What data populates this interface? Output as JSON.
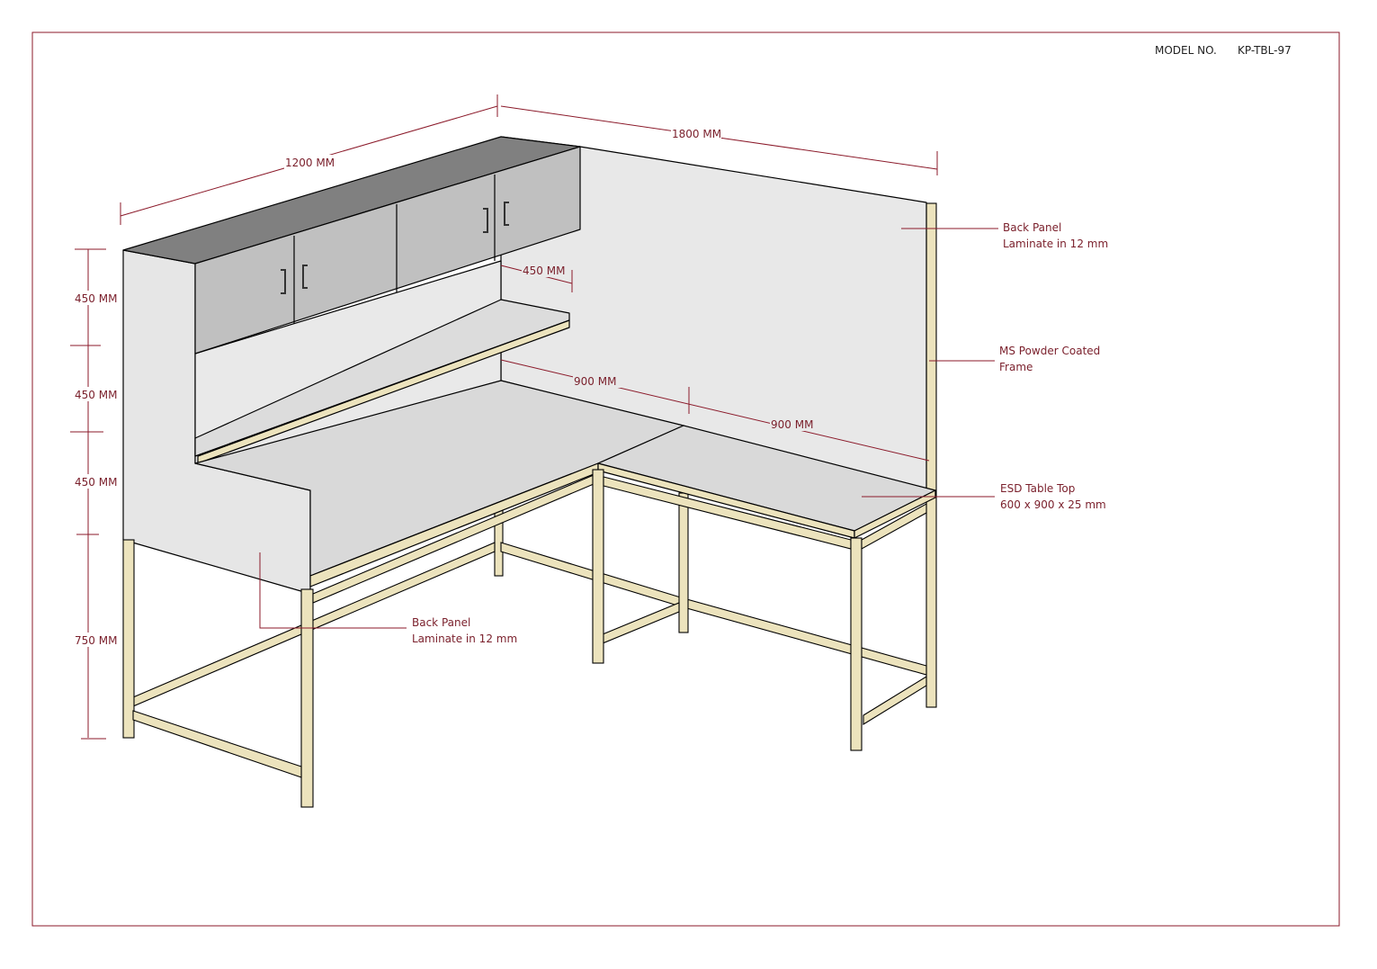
{
  "model": {
    "label": "MODEL NO.",
    "value": "KP-TBL-97"
  },
  "dimensions": {
    "top_left_width": "1200 MM",
    "top_right_width": "1800 MM",
    "shelf_depth": "450 MM",
    "return_900_a": "900 MM",
    "return_900_b": "900 MM",
    "height_cabinet": "450 MM",
    "height_open": "450 MM",
    "height_panel": "450 MM",
    "height_table": "750 MM"
  },
  "callouts": {
    "back_panel_right": {
      "line1": "Back Panel",
      "line2": "Laminate in 12 mm"
    },
    "frame": {
      "line1": "MS Powder Coated",
      "line2": "Frame"
    },
    "table_top": {
      "line1": "ESD Table Top",
      "line2": "600 x 900 x 25 mm"
    },
    "back_panel_left": {
      "line1": "Back Panel",
      "line2": "Laminate in 12 mm"
    }
  },
  "colors": {
    "annotation": "#7a1f2b",
    "frame": "#ece3bd",
    "border": "#8b1a2a"
  }
}
